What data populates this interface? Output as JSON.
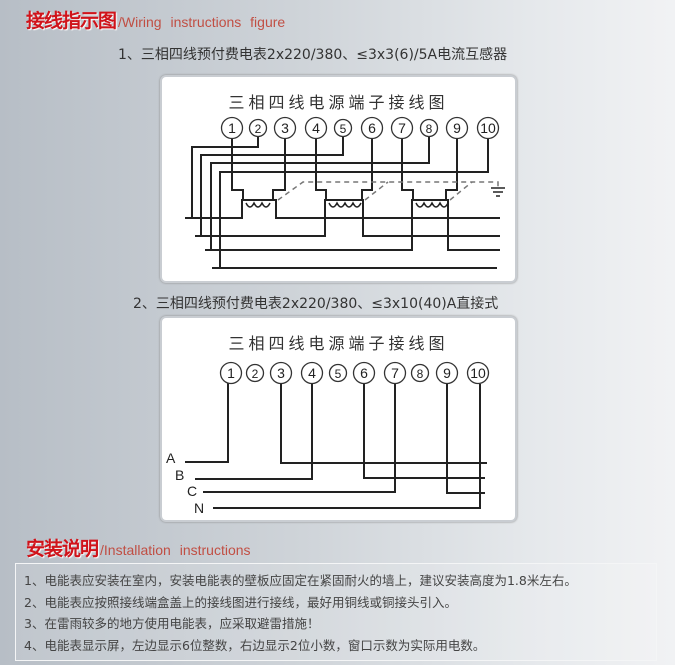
{
  "wiring_heading": {
    "cn": "接线指示图",
    "en": "/Wiring  instructions  figure"
  },
  "diagram1": {
    "caption": "1、三相四线预付费电表2x220/380、≤3x3(6)/5A电流互感器",
    "title": "三相四线电源端子接线图",
    "terminals": [
      "1",
      "2",
      "3",
      "4",
      "5",
      "6",
      "7",
      "8",
      "9",
      "10"
    ]
  },
  "diagram2": {
    "caption": "2、三相四线预付费电表2x220/380、≤3x10(40)A直接式",
    "title": "三相四线电源端子接线图",
    "terminals": [
      "1",
      "2",
      "3",
      "4",
      "5",
      "6",
      "7",
      "8",
      "9",
      "10"
    ],
    "phases": [
      "A",
      "B",
      "C",
      "N"
    ]
  },
  "install_heading": {
    "cn": "安装说明",
    "en": "/Installation  instructions"
  },
  "instructions": [
    "1、电能表应安装在室内，安装电能表的壁板应固定在紧固耐火的墙上，建议安装高度为1.8米左右。",
    "2、电能表应按照接线端盒盖上的接线图进行接线，最好用铜线或铜接头引入。",
    "3、在雷雨较多的地方使用电能表，应采取避雷措施！",
    "4、电能表显示屏，左边显示6位整数，右边显示2位小数，窗口示数为实际用电数。"
  ]
}
